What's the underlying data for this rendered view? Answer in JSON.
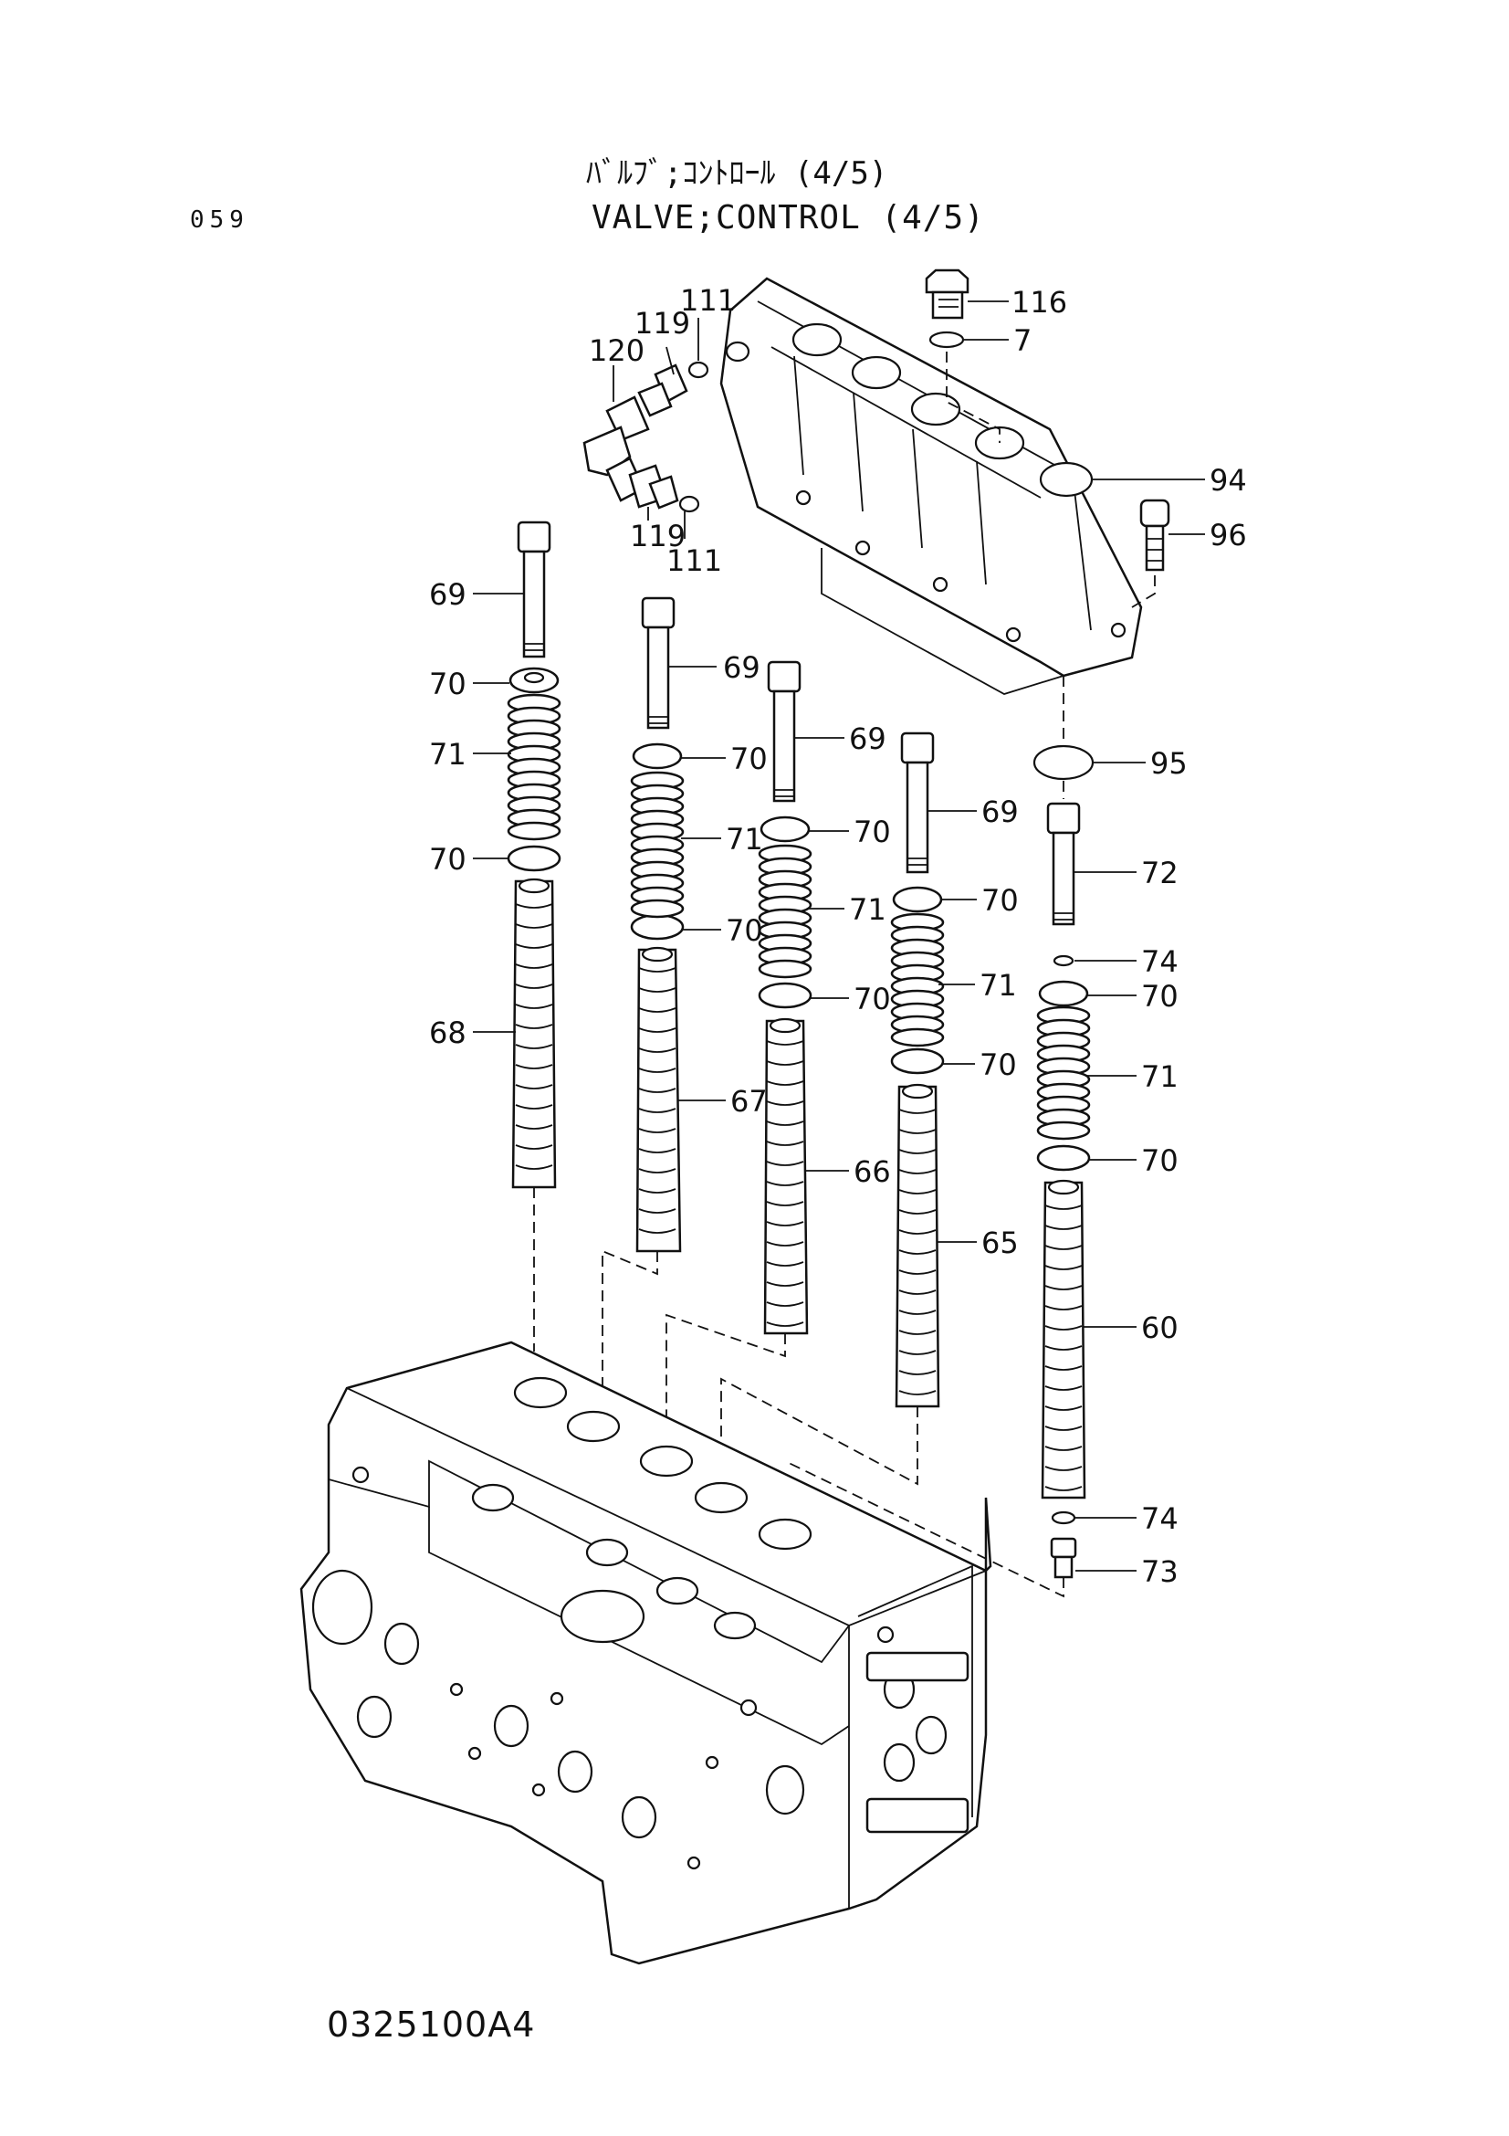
{
  "header": {
    "page_number": "059",
    "title_jp": "ﾊﾞﾙﾌﾞ;ｺﾝﾄﾛｰﾙ (4/5)",
    "title_en": "VALVE;CONTROL (4/5)"
  },
  "footer": {
    "drawing_code": "0325100A4"
  },
  "callouts": {
    "c116": "116",
    "c7": "7",
    "c94": "94",
    "c96": "96",
    "c95": "95",
    "c111a": "111",
    "c119a": "119",
    "c120": "120",
    "c119b": "119",
    "c111b": "111",
    "c69a": "69",
    "c70a": "70",
    "c71a": "71",
    "c70b": "70",
    "c68": "68",
    "c69b": "69",
    "c70c": "70",
    "c71b": "71",
    "c70d": "70",
    "c67": "67",
    "c69c": "69",
    "c70e": "70",
    "c71c": "71",
    "c70f": "70",
    "c66": "66",
    "c69d": "69",
    "c70g": "70",
    "c71d": "71",
    "c70h": "70",
    "c65": "65",
    "c72": "72",
    "c74a": "74",
    "c70i": "70",
    "c71e": "71",
    "c70j": "70",
    "c60": "60",
    "c74b": "74",
    "c73": "73"
  }
}
